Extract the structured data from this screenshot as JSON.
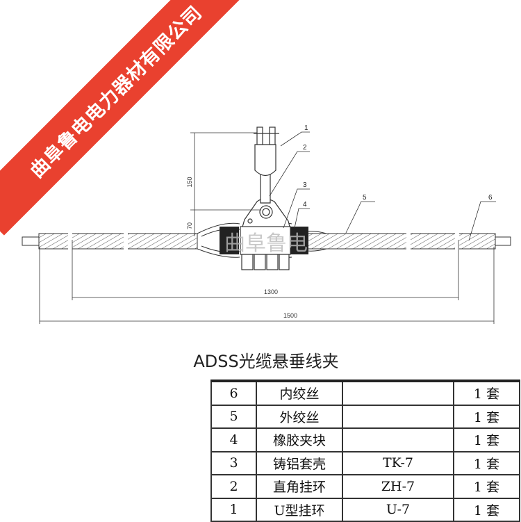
{
  "banner": {
    "company": "曲阜鲁电电力器材有限公司",
    "color": "#e9412f"
  },
  "drawing": {
    "watermark": "曲阜鲁电",
    "dimensions": {
      "height_upper": "150",
      "height_lower": "70",
      "inner_length": "1300",
      "total_length": "1500"
    },
    "part_labels": [
      "1",
      "2",
      "3",
      "4",
      "5",
      "6"
    ]
  },
  "title": "ADSS光缆悬垂线夹",
  "parts_table": [
    {
      "no": "6",
      "name": "内绞丝",
      "model": "",
      "qty": "1 套"
    },
    {
      "no": "5",
      "name": "外绞丝",
      "model": "",
      "qty": "1 套"
    },
    {
      "no": "4",
      "name": "橡胶夹块",
      "model": "",
      "qty": "1 套"
    },
    {
      "no": "3",
      "name": "铸铝套壳",
      "model": "TK-7",
      "qty": "1 套"
    },
    {
      "no": "2",
      "name": "直角挂环",
      "model": "ZH-7",
      "qty": "1 套"
    },
    {
      "no": "1",
      "name": "U型挂环",
      "model": "U-7",
      "qty": "1 套"
    }
  ]
}
